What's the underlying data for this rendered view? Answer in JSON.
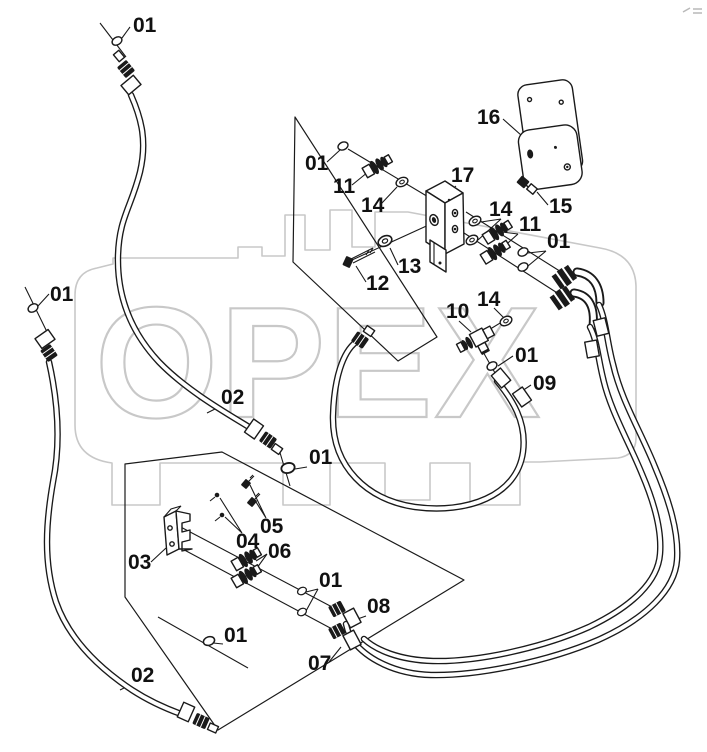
{
  "colors": {
    "ink": "#1a1a1a",
    "watermark": "#c8c8c8",
    "background": "#ffffff"
  },
  "watermark": {
    "text": "OPEX"
  },
  "callouts": [
    "01",
    "01",
    "11",
    "14",
    "17",
    "16",
    "15",
    "14",
    "11",
    "01",
    "12",
    "13",
    "10",
    "14",
    "01",
    "09",
    "01",
    "02",
    "01",
    "05",
    "04",
    "03",
    "06",
    "01",
    "08",
    "07",
    "01",
    "02"
  ]
}
